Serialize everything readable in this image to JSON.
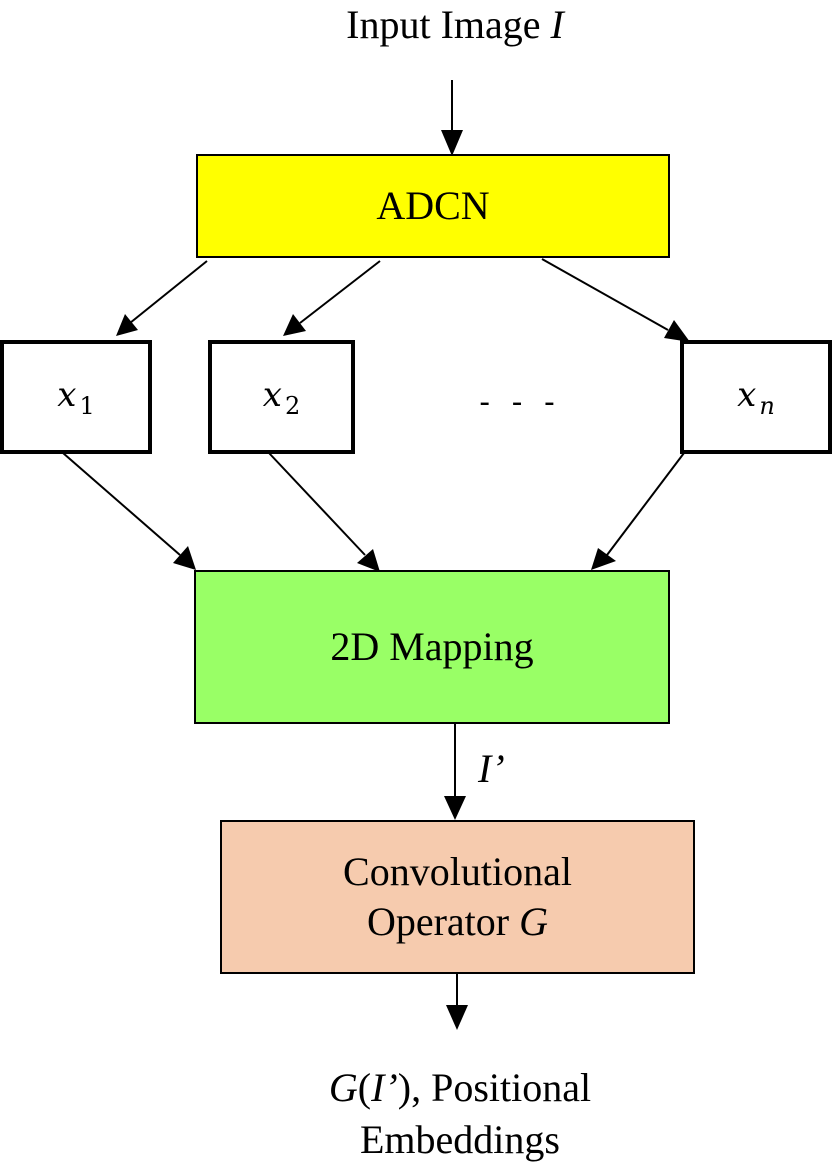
{
  "input_label": {
    "text": "Input Image ",
    "var": "I"
  },
  "nodes": {
    "adcn": {
      "label": "ADCN",
      "color": "#ffff00"
    },
    "x1": {
      "var": "x",
      "sub": "1"
    },
    "x2": {
      "var": "x",
      "sub": "2"
    },
    "ellipsis": "- - -",
    "xn": {
      "var": "x",
      "sub": "n"
    },
    "mapping": {
      "label": "2D Mapping",
      "color": "#99ff66"
    },
    "conv": {
      "line1": "Convolutional",
      "line2_text": "Operator ",
      "line2_var": "G",
      "color": "#f6cbae"
    }
  },
  "edge_labels": {
    "mapping_to_conv": "I’"
  },
  "output_label": {
    "func": "G",
    "open": "(",
    "arg": "I’",
    "close": "), Positional",
    "line2": "Embeddings"
  }
}
